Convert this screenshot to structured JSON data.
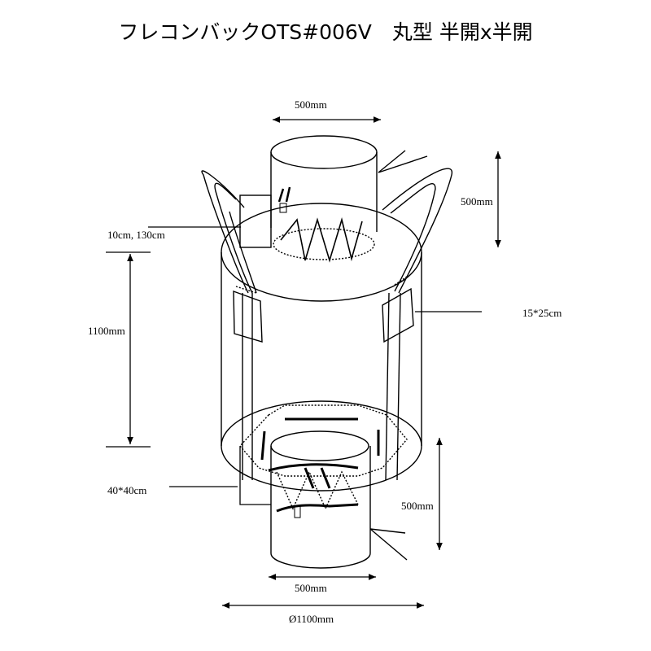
{
  "title": "フレコンバックOTS#006V　丸型 半開x半開",
  "labels": {
    "top_spout_width": "500mm",
    "top_spout_height": "500mm",
    "belt_loop": "10cm, 130cm",
    "body_height": "1100mm",
    "label_pocket": "15*25cm",
    "bottom_panel": "40*40cm",
    "bottom_spout_height": "500mm",
    "bottom_spout_width": "500mm",
    "body_diameter": "Ø1100mm"
  }
}
